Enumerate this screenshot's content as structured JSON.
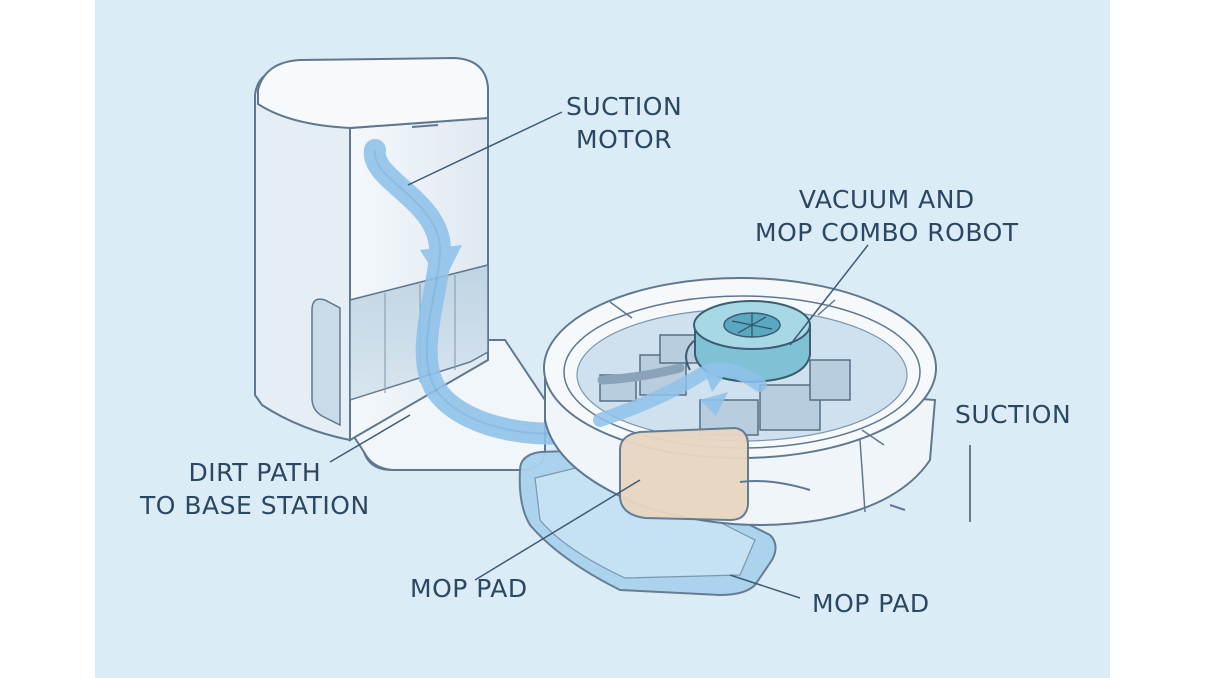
{
  "labels": {
    "suction_motor": {
      "line1": "SUCTION",
      "line2": "MOTOR"
    },
    "robot": {
      "line1": "VACUUM AND",
      "line2": "MOP COMBO ROBOT"
    },
    "suction": "SUCTION",
    "dirt_path": {
      "line1": "DIRT PATH",
      "line2": "TO BASE STATION"
    },
    "mop_pad_left": "MOP PAD",
    "mop_pad_right": "MOP PAD"
  },
  "colors": {
    "background": "#dcecf6",
    "outline": "#5f7890",
    "label_text": "#2a4862",
    "airflow": "#8fc2ea",
    "dust_bin": "#e8d6c0",
    "mop_pad": "#a9d2ee",
    "fan": "#7fc2d6"
  }
}
